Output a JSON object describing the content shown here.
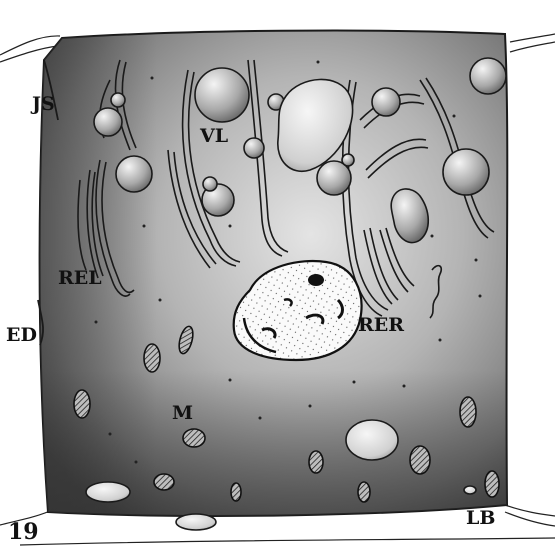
{
  "figure": {
    "number": "19"
  },
  "labels": {
    "js": "JS",
    "vl": "VL",
    "rel": "REL",
    "ed": "ED",
    "rer": "RER",
    "m": "M",
    "lb": "LB"
  },
  "colors": {
    "cell_dark": "#4a4a4a",
    "cell_mid": "#8e8e8e",
    "cell_light": "#dcdcdc",
    "ink": "#111111",
    "vesicle_light": "#ececec",
    "vesicle_dark": "#5c5c5c"
  }
}
